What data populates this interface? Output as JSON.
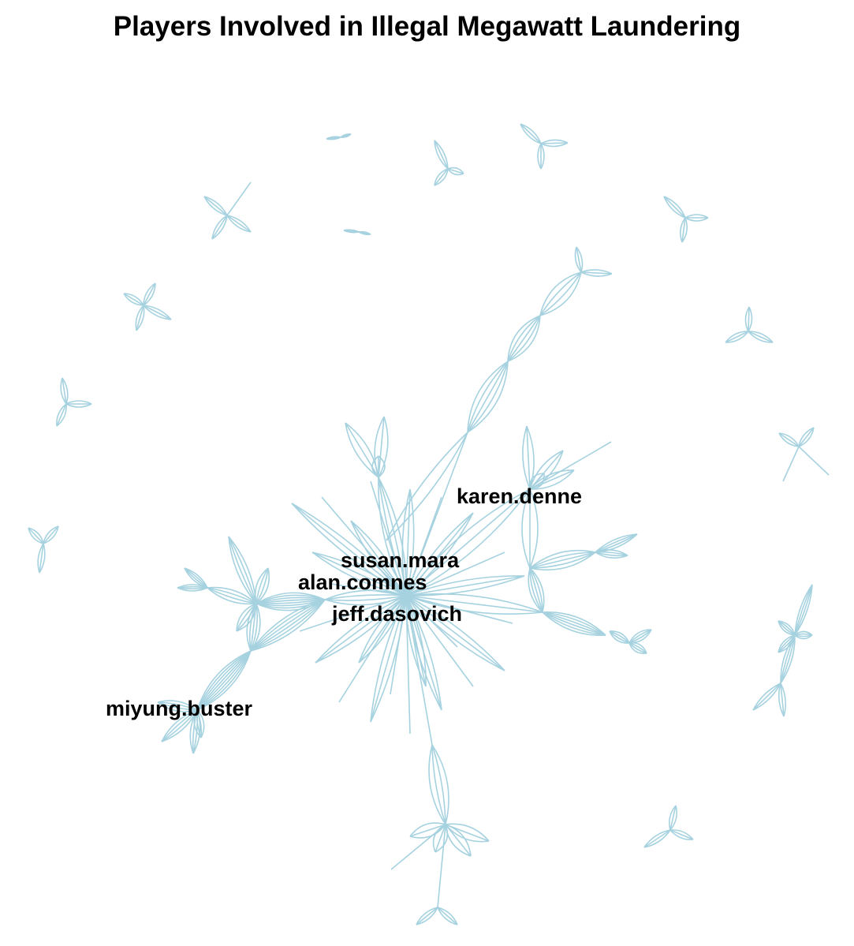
{
  "title": "Players Involved in Illegal Megawatt Laundering",
  "colors": {
    "edge": "#a6d2e0",
    "background": "#ffffff",
    "label": "#000000"
  },
  "labels": {
    "karen": "karen.denne",
    "susan": "susan.mara",
    "alan": "alan.comnes",
    "jeff": "jeff.dasovich",
    "miyung": "miyung.buster"
  }
}
